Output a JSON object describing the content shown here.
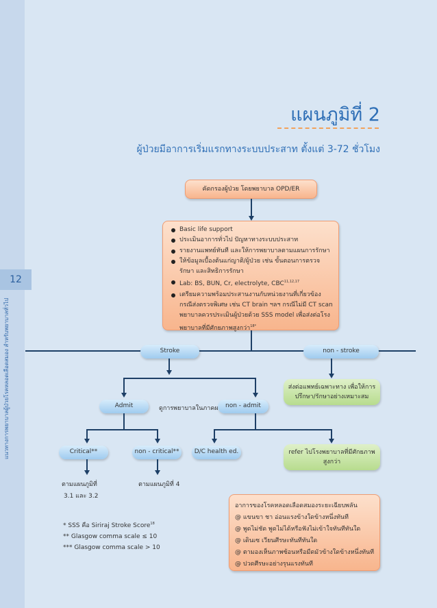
{
  "page": {
    "number": "12",
    "side_text": "แนวทางการพยาบาลผู้ป่วยโรคหลอดเลือดสมอง สำหรับพยาบาลทั่วไป"
  },
  "header": {
    "title": "แผนภูมิที่  2",
    "subtitle": "ผู้ป่วยมีอาการเริ่มแรกทางระบบประสาท ตั้งแต่ 3-72 ชั่วโมง"
  },
  "flow": {
    "screening": "คัดกรองผู้ป่วย โดยพยาบาล OPD/ER",
    "assessment": [
      "Basic life support",
      "ประเมินอาการทั่วไป ปัญหาทางระบบประสาท",
      "รายงานแพทย์ทันที และให้การพยาบาลตามแผนการรักษา",
      "ให้ข้อมูลเบื้องต้นแก่ญาติ/ผู้ป่วย เช่น ขั้นตอนการตรวจรักษา และสิทธิการรักษา",
      "Lab: BS, BUN, Cr, electrolyte, CBC",
      "เตรียมความพร้อมประสานงานกับหน่วยงานที่เกี่ยวข้อง กรณีส่งตรวจพิเศษ เช่น CT brain ฯลฯ กรณีไม่มี CT scan พยาบาลควรประเมินผู้ป่วยด้วย SSS model เพื่อส่งต่อโรงพยาบาลที่มีศักยภาพสูงกว่า"
    ],
    "lab_ref": "11,12,17",
    "sss_ref": "18*",
    "stroke": "Stroke",
    "non_stroke": "non - stroke",
    "refer_specialist": "ส่งต่อแพทย์เฉพาะทาง เพื่อให้การปรึกษา/รักษาอย่างเหมาะสม",
    "admit": "Admit",
    "care_note": "ดูการพยาบาลในภาคผนวก",
    "non_admit": "non - admit",
    "critical": "Critical**",
    "non_critical": "non - critical**",
    "dc_health": "D/C health ed.",
    "refer_hospital": "refer ไปโรงพยาบาลที่มีศักยภาพสูงกว่า",
    "chart_31": "ตามแผนภูมิที่",
    "chart_31b": "3.1 และ 3.2",
    "chart_4": "ตามแผนภูมิที่ 4"
  },
  "footnotes": [
    "*     SSS คือ Siriraj Stroke Score",
    "**   Glasgow comma scale ≤ 10",
    "***  Glasgow comma scale > 10"
  ],
  "footnote_ref": "18",
  "warning": {
    "title": "อาการของโรคหลอดเลือดสมองระยะเฉียบพลัน",
    "items": [
      "@  แขนขา ชา อ่อนแรงข้างใดข้างหนึ่งทันที",
      "@  พูดไม่ชัด พูดไม่ได้หรือฟังไม่เข้าใจทันทีทันใด",
      "@  เดินเซ เวียนศีรษะทันทีทันใด",
      "@  ตามองเห็นภาพซ้อนหรือมืดมัวข้างใดข้างหนึ่งทันที",
      "@  ปวดศีรษะอย่างรุนแรงทันที"
    ]
  },
  "colors": {
    "title_blue": "#2f6fb6",
    "peach_box": "#f8b58d",
    "blue_box": "#9fcbef",
    "green_box": "#b7dc8e",
    "arrow": "#1d3f66",
    "background": "#d9e6f3"
  }
}
